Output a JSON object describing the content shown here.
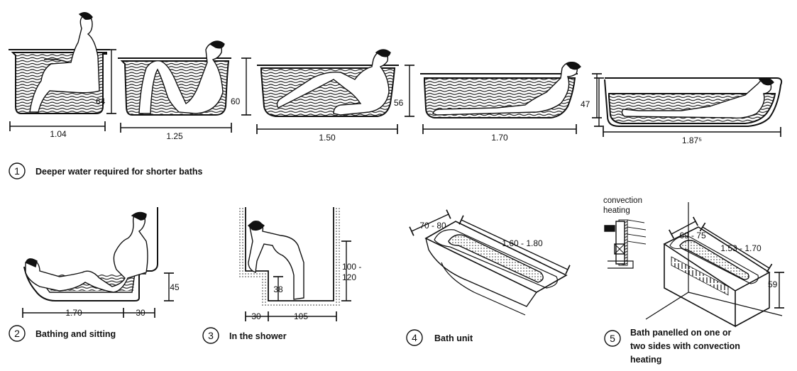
{
  "top_row": {
    "baths": [
      {
        "length": "1.04",
        "depth": "64"
      },
      {
        "length": "1.25",
        "depth": "60"
      },
      {
        "length": "1.50",
        "depth": "56"
      },
      {
        "length": "1.70",
        "depth": "47"
      },
      {
        "length": "1.87⁵",
        "depth": ""
      }
    ],
    "caption_number": "1",
    "caption": "Deeper water required for shorter baths"
  },
  "fig2": {
    "number": "2",
    "caption": "Bathing and sitting",
    "dim_length": "1.70",
    "dim_seat": "30",
    "dim_height": "45"
  },
  "fig3": {
    "number": "3",
    "caption": "In the shower",
    "dim_step": "30",
    "dim_floor": "105",
    "dim_rim": "38",
    "dim_wall_a": "100 -",
    "dim_wall_b": "120"
  },
  "fig4": {
    "number": "4",
    "caption": "Bath unit",
    "dim_width": "70 - 80",
    "dim_length": "1.60 - 1.80"
  },
  "fig5": {
    "number": "5",
    "caption_lines": [
      "Bath panelled on one or",
      "two sides with convection",
      "heating"
    ],
    "label_a": "convection",
    "label_b": "heating",
    "dim_width": "69 - 75",
    "dim_length": "1.53 - 1.70",
    "dim_height": "59"
  }
}
